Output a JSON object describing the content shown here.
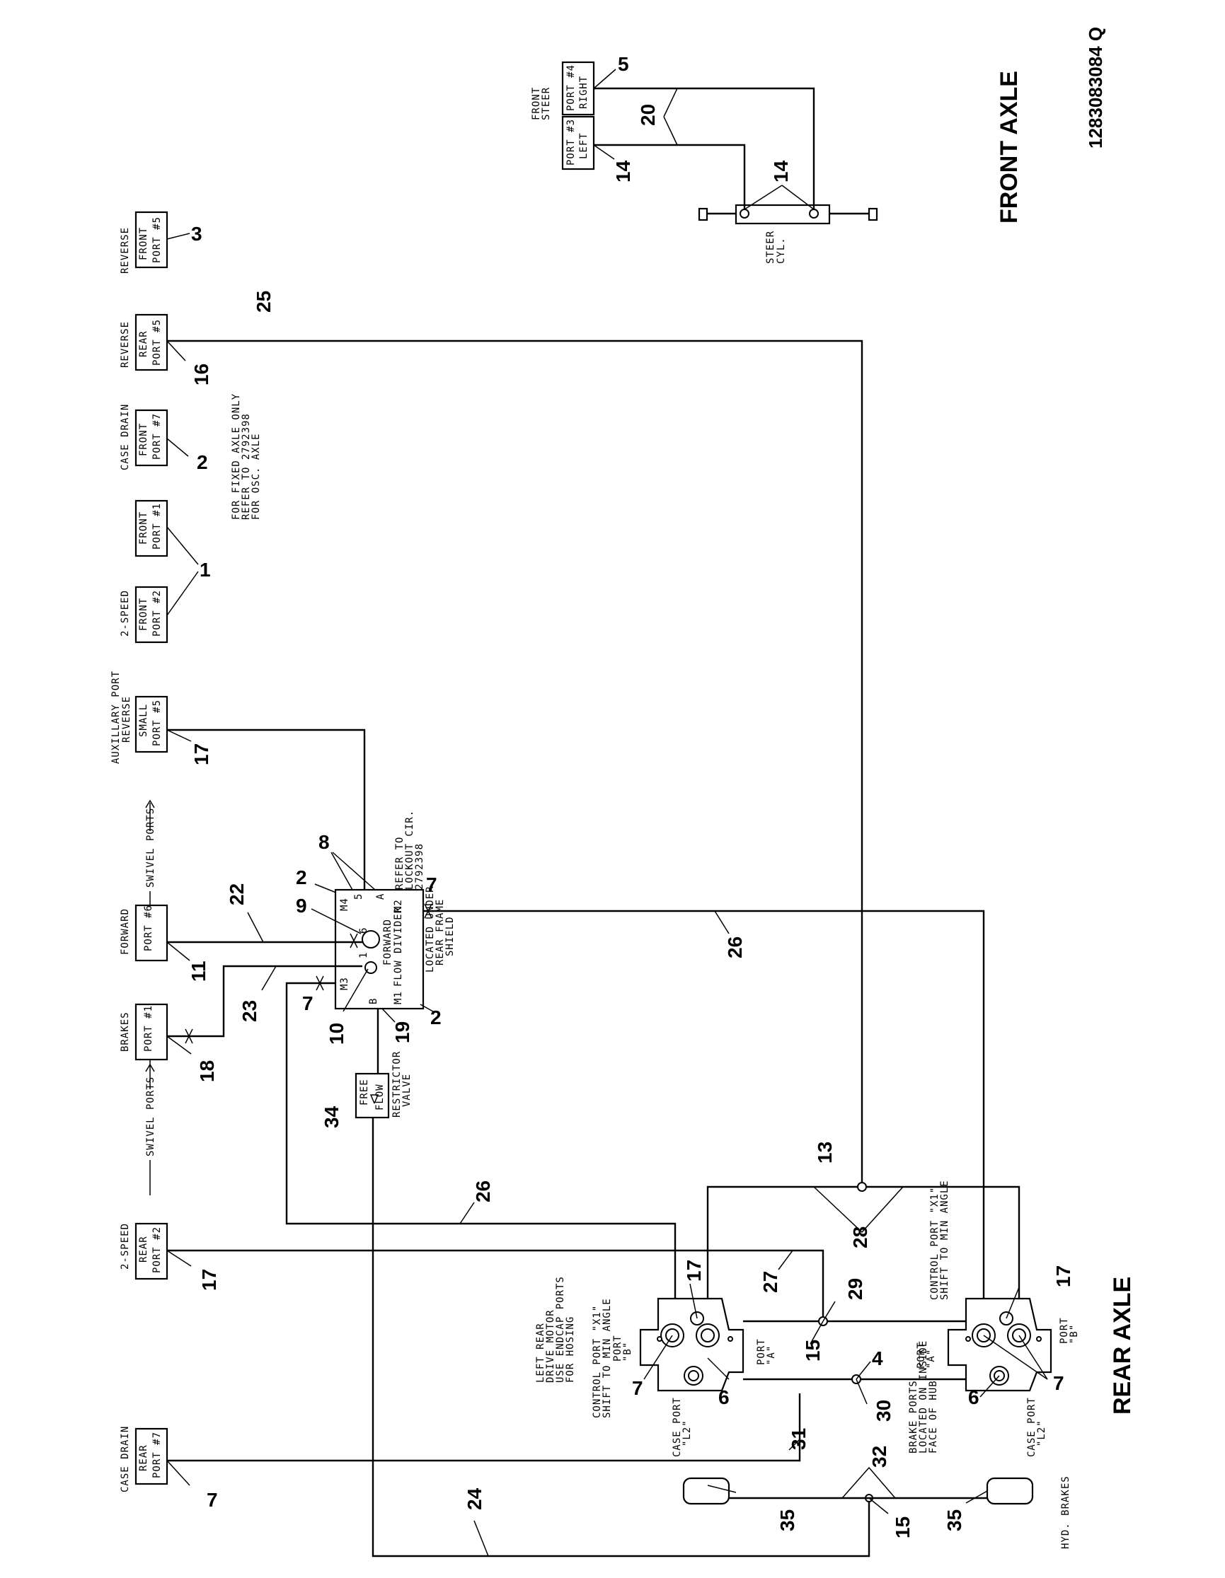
{
  "titles": {
    "front_axle": "FRONT AXLE",
    "rear_axle": "REAR AXLE",
    "doc_number": "1283083084 Q"
  },
  "ports": {
    "reverse_front": [
      "REVERSE",
      "FRONT",
      "PORT #5"
    ],
    "reverse_rear": [
      "REVERSE",
      "REAR",
      "PORT #5"
    ],
    "case_drain_front": [
      "CASE DRAIN",
      "FRONT",
      "PORT #7"
    ],
    "front_port1": [
      "FRONT",
      "PORT #1"
    ],
    "two_speed_front": [
      "2-SPEED",
      "FRONT",
      "PORT #2"
    ],
    "aux_small": [
      "AUXILLARY PORT",
      "REVERSE",
      "SMALL",
      "PORT #5"
    ],
    "forward_port6": [
      "FORWARD",
      "PORT #6"
    ],
    "brakes_port1": [
      "BRAKES",
      "PORT #1"
    ],
    "two_speed_rear": [
      "2-SPEED",
      "REAR",
      "PORT #2"
    ],
    "case_drain_rear": [
      "CASE DRAIN",
      "REAR",
      "PORT #7"
    ],
    "front_steer": [
      "FRONT",
      "STEER"
    ],
    "steer_port3": [
      "PORT #3",
      "LEFT"
    ],
    "steer_port4": [
      "PORT #4",
      "RIGHT"
    ]
  },
  "notes": {
    "fixed_axle": [
      "FOR FIXED AXLE ONLY",
      "REFER TO 2792398",
      "FOR OSC. AXLE"
    ],
    "swivel_top": "SWIVEL PORTS",
    "swivel_bottom": "SWIVEL PORTS",
    "lockout": [
      "REFER TO",
      "LOCKOUT CIR.",
      "2792398"
    ],
    "flow_divider": [
      "FORWARD",
      "FLOW DIVIDER"
    ],
    "located_under": [
      "LOCATED UNDER",
      "REAR FRAME",
      "SHIELD"
    ],
    "restrictor": [
      "RESTRICTOR",
      "VALVE"
    ],
    "free_flow": [
      "FREE",
      "FLOW"
    ],
    "steer_cyl": [
      "STEER",
      "CYL."
    ],
    "left_rear": [
      "LEFT REAR",
      "DRIVE MOTOR",
      "USE ENDCAP PORTS",
      "FOR HOSING"
    ],
    "control_x1_left": [
      "CONTROL PORT \"X1\"",
      "SHIFT TO MIN ANGLE"
    ],
    "control_x1_right": [
      "CONTROL PORT \"X1\"",
      "SHIFT TO MIN ANGLE"
    ],
    "case_l2_left": [
      "CASE PORT",
      "\"L2\""
    ],
    "case_l2_right": [
      "CASE PORT",
      "\"L2\""
    ],
    "port_b_left": [
      "PORT",
      "\"B\""
    ],
    "port_a_left": [
      "PORT",
      "\"A\""
    ],
    "port_a_right": [
      "PORT",
      "\"A\""
    ],
    "port_b_right": [
      "PORT",
      "\"B\""
    ],
    "brake_ports": [
      "BRAKE PORTS",
      "LOCATED ON INSIDE",
      "FACE OF HUB"
    ],
    "hyd_brakes": "HYD. BRAKES"
  },
  "divider_pins": {
    "m4": "M4",
    "p5": "5",
    "pa": "A",
    "p6": "6",
    "p1": "1",
    "m2": "M2",
    "m3": "M3",
    "b": "B",
    "m1": "M1"
  },
  "callouts": {
    "n3": "3",
    "n5": "5",
    "n20": "20",
    "n14a": "14",
    "n14b": "14",
    "n25": "25",
    "n16": "16",
    "n2a": "2",
    "n1": "1",
    "n17a": "17",
    "n8": "8",
    "n2b": "2",
    "n7a": "7",
    "n9": "9",
    "n22": "22",
    "n26a": "26",
    "n11": "11",
    "n23": "23",
    "n7b": "7",
    "n10": "10",
    "n19": "19",
    "n2c": "2",
    "n18": "18",
    "n34": "34",
    "n13": "13",
    "n28": "28",
    "n26b": "26",
    "n17b": "17",
    "n27": "27",
    "n17c": "17",
    "n29": "29",
    "n17d": "17",
    "n15a": "15",
    "n4": "4",
    "n7c": "7",
    "n6a": "6",
    "n30": "30",
    "n6b": "6",
    "n7d": "7",
    "n31": "31",
    "n32": "32",
    "n7e": "7",
    "n24": "24",
    "n35a": "35",
    "n15b": "15",
    "n35b": "35"
  }
}
